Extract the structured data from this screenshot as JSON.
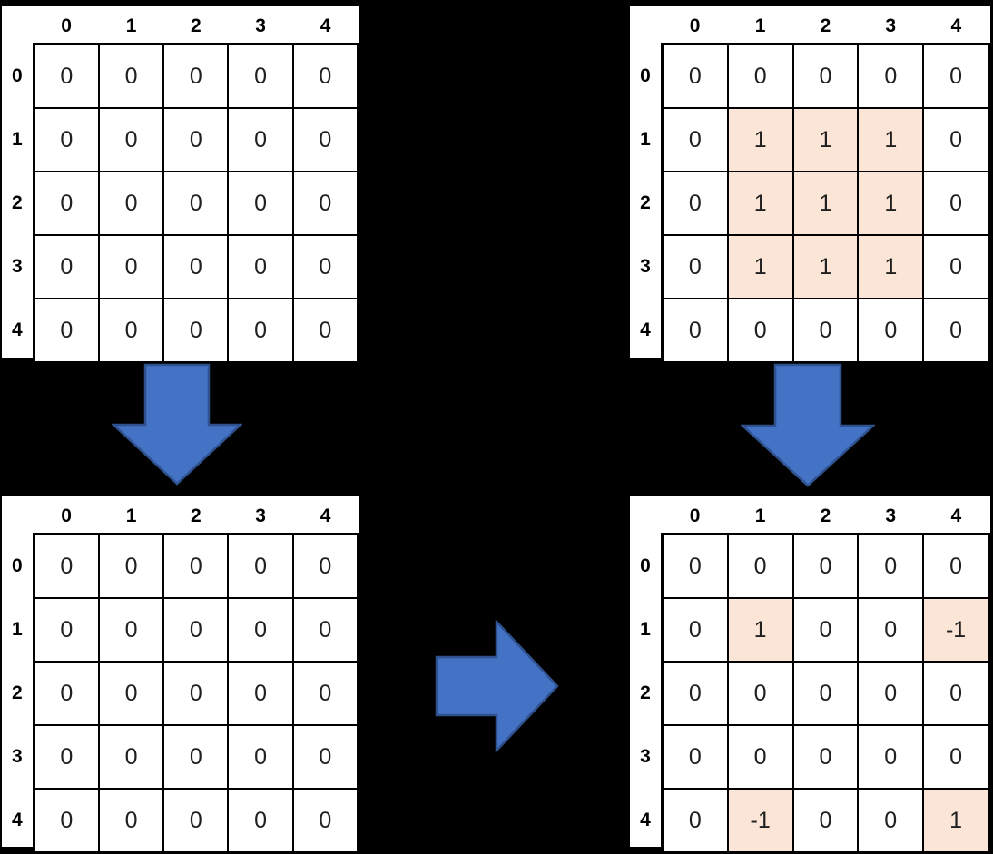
{
  "colors": {
    "background": "#000000",
    "panel": "#FFFFFF",
    "grid_line": "#000000",
    "label_text": "#000000",
    "cell_text": "#202020",
    "highlight": "#FBE5D6",
    "arrow_fill": "#4472C4",
    "arrow_border": "#2F528F"
  },
  "grids": [
    {
      "id": "top-left-grid",
      "col_headers": [
        "0",
        "1",
        "2",
        "3",
        "4"
      ],
      "row_headers": [
        "0",
        "1",
        "2",
        "3",
        "4"
      ],
      "cells": [
        [
          "0",
          "0",
          "0",
          "0",
          "0"
        ],
        [
          "0",
          "0",
          "0",
          "0",
          "0"
        ],
        [
          "0",
          "0",
          "0",
          "0",
          "0"
        ],
        [
          "0",
          "0",
          "0",
          "0",
          "0"
        ],
        [
          "0",
          "0",
          "0",
          "0",
          "0"
        ]
      ],
      "highlighted": []
    },
    {
      "id": "top-right-grid",
      "col_headers": [
        "0",
        "1",
        "2",
        "3",
        "4"
      ],
      "row_headers": [
        "0",
        "1",
        "2",
        "3",
        "4"
      ],
      "cells": [
        [
          "0",
          "0",
          "0",
          "0",
          "0"
        ],
        [
          "0",
          "1",
          "1",
          "1",
          "0"
        ],
        [
          "0",
          "1",
          "1",
          "1",
          "0"
        ],
        [
          "0",
          "1",
          "1",
          "1",
          "0"
        ],
        [
          "0",
          "0",
          "0",
          "0",
          "0"
        ]
      ],
      "highlighted": [
        [
          1,
          1
        ],
        [
          1,
          2
        ],
        [
          1,
          3
        ],
        [
          2,
          1
        ],
        [
          2,
          2
        ],
        [
          2,
          3
        ],
        [
          3,
          1
        ],
        [
          3,
          2
        ],
        [
          3,
          3
        ]
      ]
    },
    {
      "id": "bottom-left-grid",
      "col_headers": [
        "0",
        "1",
        "2",
        "3",
        "4"
      ],
      "row_headers": [
        "0",
        "1",
        "2",
        "3",
        "4"
      ],
      "cells": [
        [
          "0",
          "0",
          "0",
          "0",
          "0"
        ],
        [
          "0",
          "0",
          "0",
          "0",
          "0"
        ],
        [
          "0",
          "0",
          "0",
          "0",
          "0"
        ],
        [
          "0",
          "0",
          "0",
          "0",
          "0"
        ],
        [
          "0",
          "0",
          "0",
          "0",
          "0"
        ]
      ],
      "highlighted": []
    },
    {
      "id": "bottom-right-grid",
      "col_headers": [
        "0",
        "1",
        "2",
        "3",
        "4"
      ],
      "row_headers": [
        "0",
        "1",
        "2",
        "3",
        "4"
      ],
      "cells": [
        [
          "0",
          "0",
          "0",
          "0",
          "0"
        ],
        [
          "0",
          "1",
          "0",
          "0",
          "-1"
        ],
        [
          "0",
          "0",
          "0",
          "0",
          "0"
        ],
        [
          "0",
          "0",
          "0",
          "0",
          "0"
        ],
        [
          "0",
          "-1",
          "0",
          "0",
          "1"
        ]
      ],
      "highlighted": [
        [
          1,
          1
        ],
        [
          1,
          4
        ],
        [
          4,
          1
        ],
        [
          4,
          4
        ]
      ]
    }
  ],
  "arrows": [
    {
      "id": "arrow-down-left",
      "direction": "down"
    },
    {
      "id": "arrow-down-right",
      "direction": "down"
    },
    {
      "id": "arrow-right",
      "direction": "right"
    }
  ]
}
